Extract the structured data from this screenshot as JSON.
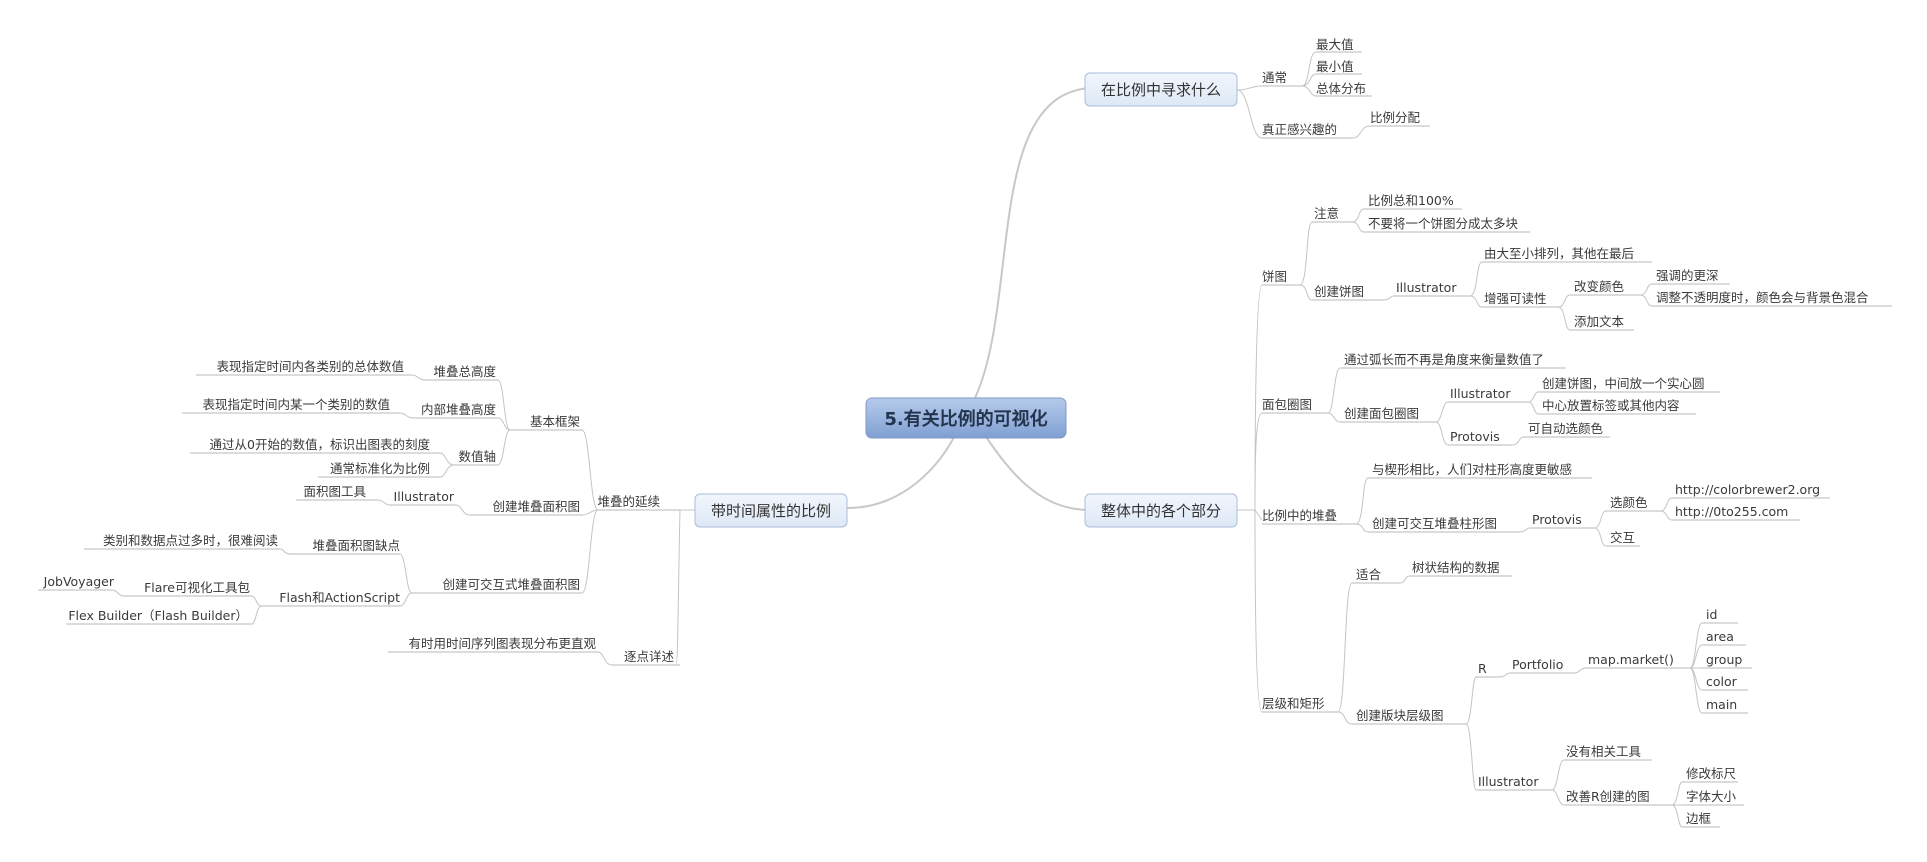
{
  "center": "5.有关比例的可视化",
  "branches": {
    "seek": "在比例中寻求什么",
    "parts": "整体中的各个部分",
    "time": "带时间属性的比例"
  },
  "seek": {
    "usual": "通常",
    "max": "最大值",
    "min": "最小值",
    "dist": "总体分布",
    "interest": "真正感兴趣的",
    "alloc": "比例分配"
  },
  "pie": {
    "label": "饼图",
    "note": "注意",
    "sum100": "比例总和100%",
    "notsplit": "不要将一个饼图分成太多块",
    "create": "创建饼图",
    "illustrator": "Illustrator",
    "order": "由大至小排列，其他在最后",
    "readability": "增强可读性",
    "color": "改变颜色",
    "emph": "强调的更深",
    "opacity": "调整不透明度时，颜色会与背景色混合",
    "addtext": "添加文本"
  },
  "donut": {
    "label": "面包圈图",
    "arc": "通过弧长而不再是角度来衡量数值了",
    "create": "创建面包圈图",
    "illustrator": "Illustrator",
    "hole": "创建饼图，中间放一个实心圆",
    "centerlabel": "中心放置标签或其他内容",
    "protovis": "Protovis",
    "autocolor": "可自动选颜色"
  },
  "stack": {
    "label": "比例中的堆叠",
    "sensitive": "与楔形相比，人们对柱形高度更敏感",
    "create": "创建可交互堆叠柱形图",
    "protovis": "Protovis",
    "choosecolor": "选颜色",
    "cb": "http://colorbrewer2.org",
    "o2": "http://0to255.com",
    "interact": "交互"
  },
  "tree": {
    "label": "层级和矩形",
    "fit": "适合",
    "treedata": "树状结构的数据",
    "create": "创建版块层级图",
    "r": "R",
    "portfolio": "Portfolio",
    "mapmarket": "map.market()",
    "args": [
      "id",
      "area",
      "group",
      "color",
      "main"
    ],
    "illustrator": "Illustrator",
    "notool": "没有相关工具",
    "improve": "改善R创建的图",
    "ruler": "修改标尺",
    "fontsize": "字体大小",
    "border": "边框"
  },
  "time": {
    "ext": "堆叠的延续",
    "frame": "基本框架",
    "totalh": "堆叠总高度",
    "totalh_d": "表现指定时间内各类别的总体数值",
    "innerh": "内部堆叠高度",
    "innerh_d": "表现指定时间内某一个类别的数值",
    "axis": "数值轴",
    "axis_d1": "通过从0开始的数值，标识出图表的刻度",
    "axis_d2": "通常标准化为比例",
    "area": "创建堆叠面积图",
    "illustrator": "Illustrator",
    "areatool": "面积图工具",
    "interactive": "创建可交互式堆叠面积图",
    "flaws": "堆叠面积图缺点",
    "flaws_d": "类别和数据点过多时，很难阅读",
    "flash": "Flash和ActionScript",
    "flare": "Flare可视化工具包",
    "jobvoyager": "JobVoyager",
    "flex": "Flex Builder（Flash Builder）",
    "pointwise": "逐点详述",
    "pointwise_d": "有时用时间序列图表现分布更直观"
  }
}
